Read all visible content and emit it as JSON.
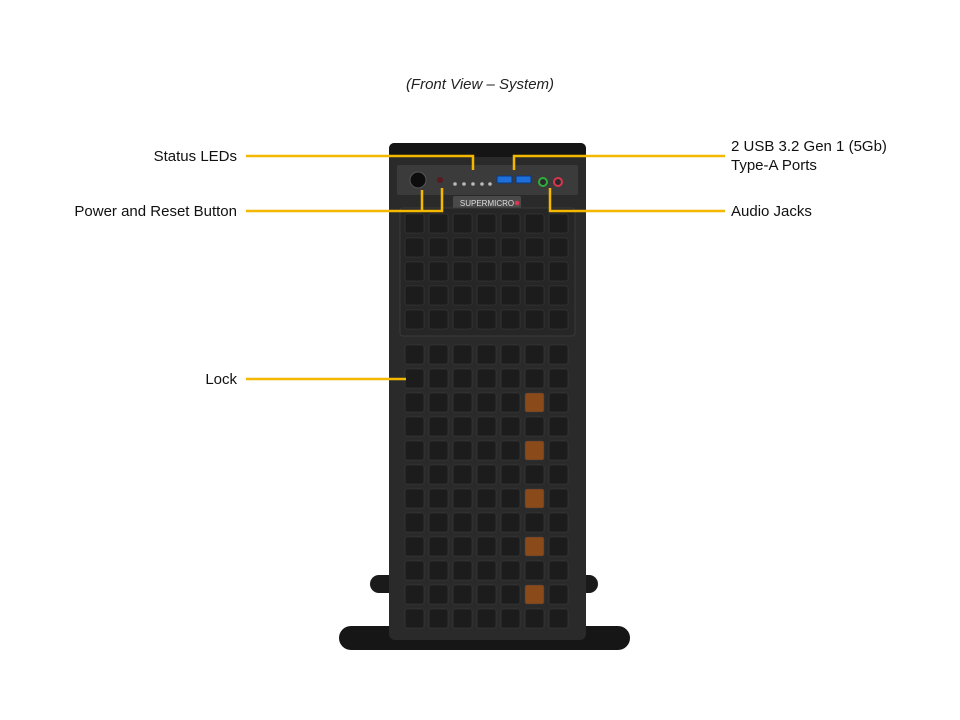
{
  "caption": "(Front View – System)",
  "callouts": {
    "status_leds": "Status LEDs",
    "power_reset": "Power and Reset Button",
    "lock": "Lock",
    "usb_line1": "2 USB 3.2 Gen 1 (5Gb)",
    "usb_line2": "Type-A Ports",
    "audio": "Audio Jacks"
  },
  "brand": "SUPERMICRO",
  "colors": {
    "leader": "#f5b800",
    "chassis": "#2a2a2a",
    "grille_cell": "#1c1c1c",
    "usb_port": "#1e6fd9",
    "audio_green": "#2fae3b",
    "audio_pink": "#d9364f",
    "fan_glow": "#8a4a1a"
  }
}
